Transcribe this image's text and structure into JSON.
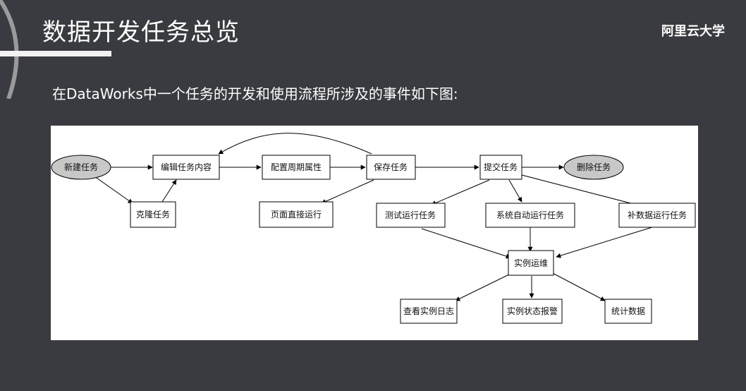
{
  "slide": {
    "title": "数据开发任务总览",
    "brand": "阿里云大学",
    "intro": "在DataWorks中一个任务的开发和使用流程所涉及的事件如下图:"
  },
  "diagram": {
    "nodes": {
      "new_task": "新建任务",
      "edit_task": "编辑任务内容",
      "clone_task": "克隆任务",
      "config_period": "配置周期属性",
      "save_task": "保存任务",
      "page_run": "页面直接运行",
      "submit_task": "提交任务",
      "delete_task": "删除任务",
      "test_run": "测试运行任务",
      "auto_run": "系统自动运行任务",
      "backfill_run": "补数据运行任务",
      "instance_ops": "实例运维",
      "view_log": "查看实例日志",
      "alert": "实例状态报警",
      "statistics": "统计数据"
    }
  },
  "colors": {
    "background": "#3a3b40",
    "ellipse_fill": "#c8c8c8",
    "stroke": "#000000"
  }
}
